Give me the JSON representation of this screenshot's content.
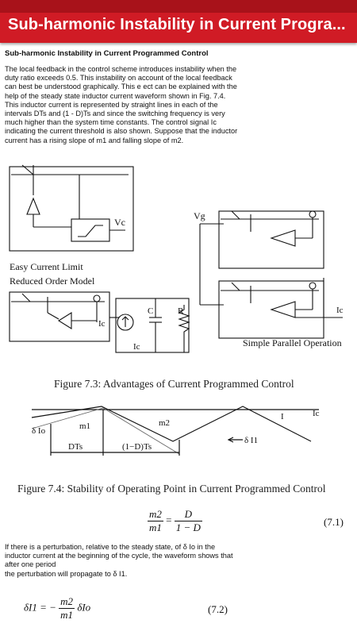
{
  "app": {
    "title": "Sub-harmonic Instability in Current Progra..."
  },
  "colors": {
    "appbar": "#d01b25",
    "statusbar": "#a8121a"
  },
  "section": {
    "heading": "Sub-harmonic Instability in Current Programmed Control",
    "paragraph1_lines": [
      "The local feedback in the control scheme introduces instability when the",
      "duty ratio exceeds 0.5. This instability on account of the local feedback",
      "can best be understood graphically. This e ect can be explained with the",
      "help of the steady state inductor current waveform shown in Fig. 7.4.",
      "This inductor current is represented by straight lines in each of the",
      "intervals DTs and (1 - D)Ts and since the switching frequency is very",
      "much higher than the system time constants. The control signal Ic",
      "indicating the current threshold is also shown. Suppose that the inductor",
      "current has a rising slope of m1 and falling slope of m2."
    ]
  },
  "figure73": {
    "label_vc": "Vc",
    "label_vg": "Vg",
    "label_ic_right": "Ic",
    "label_easy": "Easy Current Limit",
    "label_reduced": "Reduced Order Model",
    "label_ic_model": "Ic",
    "label_c": "C",
    "label_r": "R",
    "label_simple": "Simple Parallel Operation",
    "caption": "Figure 7.3: Advantages of Current Programmed Control"
  },
  "figure74": {
    "label_ic": "Ic",
    "label_i": "I",
    "label_m1": "m1",
    "label_m2": "m2",
    "label_dio": "δ Io",
    "label_di1": "δ I1",
    "label_dts": "DTs",
    "label_1dts": "(1−D)Ts",
    "caption": "Figure 7.4: Stability of Operating Point in Current Programmed Control"
  },
  "equation71": {
    "lhs_num": "m2",
    "lhs_den": "m1",
    "rhs_num": "D",
    "rhs_den": "1 − D",
    "number": "(7.1)"
  },
  "paragraph2_lines": [
    "If there is a perturbation, relative to the steady state, of δ Io in the",
    "inductor current at the beginning of the cycle, the waveform shows that",
    "after one period",
    "the perturbation will propagate to δ I1."
  ],
  "equation72": {
    "lhs": "δI1 = −",
    "num": "m2",
    "den": "m1",
    "rhs": "δIo",
    "number": "(7.2)"
  }
}
